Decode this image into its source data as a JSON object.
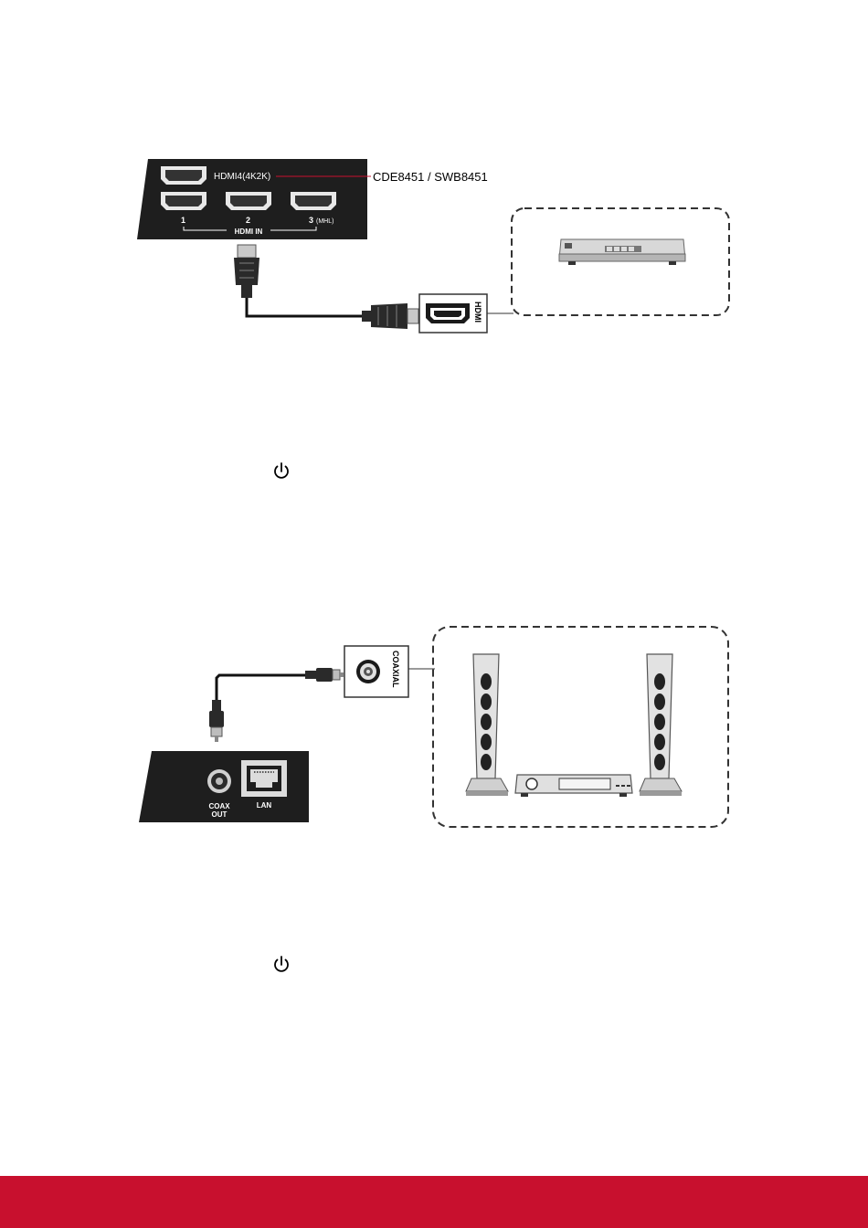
{
  "hdmi_diagram": {
    "panel_port_top": "HDMI4(4K2K)",
    "port_1": "1",
    "port_2": "2",
    "port_3": "3",
    "port_3_note": "(MHL)",
    "group_label": "HDMI IN",
    "model_callout": "CDE8451 / SWB8451",
    "device_port_label": "HDMI",
    "callout_color": "#c8102e"
  },
  "coax_diagram": {
    "device_port_label": "COAXIAL",
    "panel_coax_label_1": "COAX",
    "panel_coax_label_2": "OUT",
    "panel_lan_label": "LAN"
  },
  "icons": [
    "power-icon",
    "power-icon"
  ],
  "footer": {
    "color": "#c8102e"
  }
}
